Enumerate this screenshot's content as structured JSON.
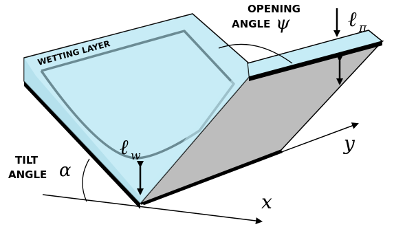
{
  "labels": {
    "opening_line1": "OPENING",
    "opening_line2": "ANGLE",
    "opening_symbol": "ψ",
    "wetting_layer": "WETTING LAYER",
    "l_pi_base": "ℓ",
    "l_pi_sub": "π",
    "l_w_base": "ℓ",
    "l_w_sub": "w",
    "tilt_line1": "TILT",
    "tilt_line2": "ANGLE",
    "tilt_symbol": "α",
    "axis_x": "x",
    "axis_y": "y"
  },
  "colors": {
    "film": "#c6ecf6",
    "film_dark": "#a9dbe8",
    "wall": "#bdbdbd",
    "stroke": "#000000",
    "meniscus": "#5a7a82"
  }
}
